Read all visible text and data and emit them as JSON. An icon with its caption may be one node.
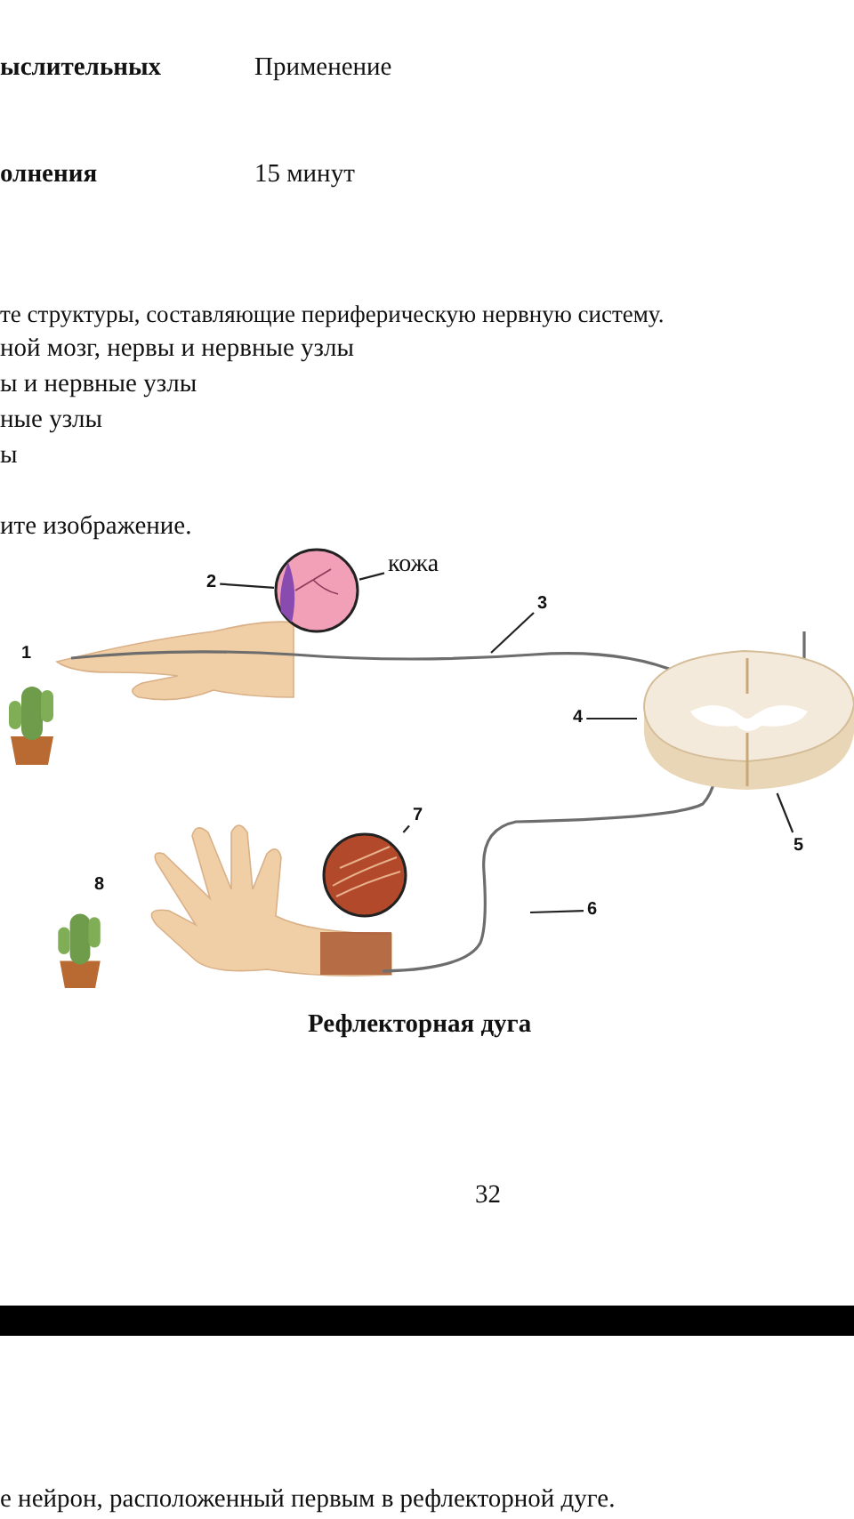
{
  "diagram": {
    "caption": "Рефлекторная дуга",
    "nodes": [
      {
        "text": [
          "2"
        ]
      },
      {
        "text": [],
        "shape": "picture"
      },
      {
        "text": [
          "кожа"
        ]
      },
      {
        "text": [
          "3"
        ]
      },
      {
        "text": [
          "4"
        ]
      },
      {
        "text": [
          "5"
        ]
      },
      {
        "text": [],
        "shape": "picture"
      },
      {
        "text": [
          "6"
        ]
      },
      {
        "text": [
          "7"
        ]
      },
      {
        "text": [],
        "shape": "picture"
      }
    ],
    "edges": [
      {
        "from": 0,
        "to": 1,
        "arrow": "none"
      },
      {
        "from": 2,
        "to": 1,
        "arrow": "none"
      },
      {
        "from": 3,
        "to": null,
        "arrow": "none"
      },
      {
        "from": 4,
        "to": 6,
        "arrow": "none"
      },
      {
        "from": 5,
        "to": 6,
        "arrow": "none"
      },
      {
        "from": 7,
        "to": null,
        "arrow": "none"
      },
      {
        "from": 8,
        "to": 9,
        "arrow": "none"
      }
    ],
    "labels": [
      "ыслительных",
      "Применение",
      "олнения",
      "15 минут",
      "те структуры, составляющие периферическую нервную систему.",
      "ной мозг, нервы и нервные узлы",
      "ы и нервные узлы",
      "ные узлы",
      "ы",
      "ите изображение.",
      "1",
      "8",
      "32",
      "е нейрон, расположенный первым в рефлекторной дуге."
    ]
  }
}
